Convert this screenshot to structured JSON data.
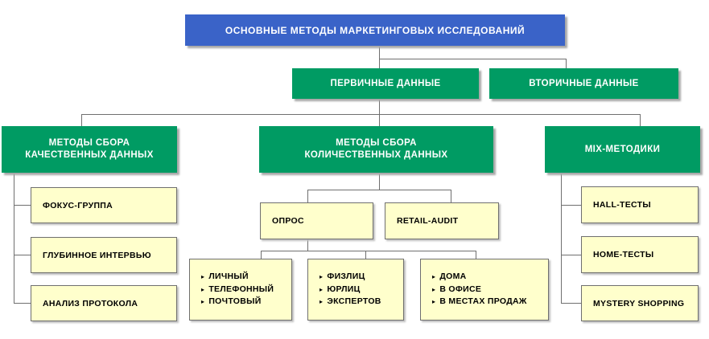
{
  "diagram": {
    "title": "ОСНОВНЫЕ МЕТОДЫ МАРКЕТИНГОВЫХ ИССЛЕДОВАНИЙ",
    "primary": "ПЕРВИЧНЫЕ ДАННЫЕ",
    "secondary": "ВТОРИЧНЫЕ ДАННЫЕ",
    "qualitative": {
      "lines": [
        "МЕТОДЫ СБОРА",
        "КАЧЕСТВЕННЫХ ДАННЫХ"
      ]
    },
    "quantitative": {
      "lines": [
        "МЕТОДЫ СБОРА",
        "КОЛИЧЕСТВЕННЫХ ДАННЫХ"
      ]
    },
    "mix": "MIX-МЕТОДИКИ",
    "qualitative_children": [
      "ФОКУС-ГРУППА",
      "ГЛУБИННОЕ ИНТЕРВЬЮ",
      "АНАЛИЗ ПРОТОКОЛА"
    ],
    "survey": "ОПРОС",
    "retail_audit": "RETAIL-AUDIT",
    "survey_groups": [
      [
        "ЛИЧНЫЙ",
        "ТЕЛЕФОННЫЙ",
        "ПОЧТОВЫЙ"
      ],
      [
        "ФИЗЛИЦ",
        "ЮРЛИЦ",
        "ЭКСПЕРТОВ"
      ],
      [
        "ДОМА",
        "В ОФИСЕ",
        "В МЕСТАХ ПРОДАЖ"
      ]
    ],
    "mix_children": [
      "HALL-ТЕСТЫ",
      "HOME-ТЕСТЫ",
      "MYSTERY SHOPPING"
    ],
    "bullet_char": "▸",
    "colors": {
      "root_box": "#3a63c8",
      "branch_box": "#009b63",
      "leaf_box": "#ffffcc",
      "leaf_border": "#6f6f6f",
      "connector": "#6f6f6f",
      "text_light": "#ffffff",
      "text_dark": "#000000"
    }
  }
}
